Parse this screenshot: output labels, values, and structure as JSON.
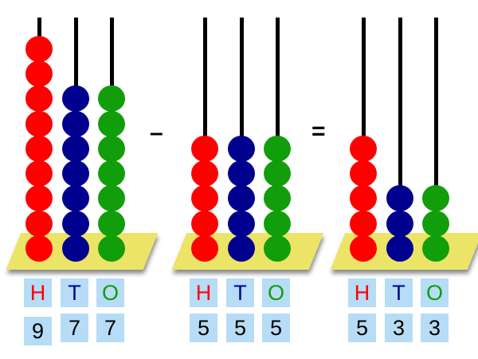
{
  "colors": {
    "hundreds": "#ff0000",
    "tens": "#00008e",
    "ones": "#119e0a"
  },
  "column_labels": [
    "H",
    "T",
    "O"
  ],
  "abacuses": [
    {
      "digits": [
        "9",
        "7",
        "7"
      ],
      "beads": [
        9,
        7,
        7
      ]
    },
    {
      "digits": [
        "5",
        "5",
        "5"
      ],
      "beads": [
        5,
        5,
        5
      ]
    },
    {
      "digits": [
        "5",
        "3",
        "3"
      ],
      "beads": [
        5,
        3,
        3
      ]
    }
  ],
  "operators": {
    "minus": "–",
    "equals": "="
  }
}
